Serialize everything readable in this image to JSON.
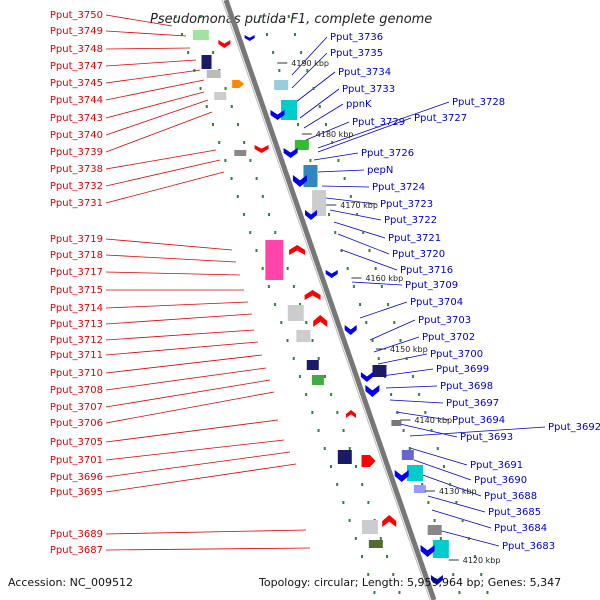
{
  "title": "Pseudomonas putida F1, complete genome",
  "accession": "Accession: NC_009512",
  "summary": "Topology: circular; Length: 5,959,964 bp; Genes: 5,347",
  "ticks": [
    "4190 kbp",
    "4180 kbp",
    "4170 kbp",
    "4160 kbp",
    "4150 kbp",
    "4140 kbp",
    "4130 kbp",
    "4120 kbp"
  ],
  "left_labels": [
    "Pput_3750",
    "Pput_3749",
    "Pput_3748",
    "Pput_3747",
    "Pput_3745",
    "Pput_3744",
    "Pput_3743",
    "Pput_3740",
    "Pput_3739",
    "Pput_3738",
    "Pput_3732",
    "Pput_3731",
    "Pput_3719",
    "Pput_3718",
    "Pput_3717",
    "Pput_3715",
    "Pput_3714",
    "Pput_3713",
    "Pput_3712",
    "Pput_3711",
    "Pput_3710",
    "Pput_3708",
    "Pput_3707",
    "Pput_3706",
    "Pput_3705",
    "Pput_3701",
    "Pput_3696",
    "Pput_3695",
    "Pput_3689",
    "Pput_3687"
  ],
  "right_labels": [
    "Pput_3736",
    "Pput_3735",
    "Pput_3734",
    "Pput_3733",
    "ppnK",
    "Pput_3729",
    "Pput_3728",
    "Pput_3727",
    "Pput_3726",
    "pepN",
    "Pput_3724",
    "Pput_3723",
    "Pput_3722",
    "Pput_3721",
    "Pput_3720",
    "Pput_3716",
    "Pput_3709",
    "Pput_3704",
    "Pput_3703",
    "Pput_3702",
    "Pput_3700",
    "Pput_3699",
    "Pput_3698",
    "Pput_3697",
    "Pput_3694",
    "Pput_3693",
    "Pput_3692",
    "Pput_3691",
    "Pput_3690",
    "Pput_3688",
    "Pput_3685",
    "Pput_3684",
    "Pput_3683"
  ],
  "colors": {
    "left_label": "#dd0000",
    "right_label": "#0000cc",
    "forward_strand": "#ff0000",
    "reverse_strand": "#0000ee",
    "backbone": "#888888",
    "tick_marks": "#228822"
  }
}
